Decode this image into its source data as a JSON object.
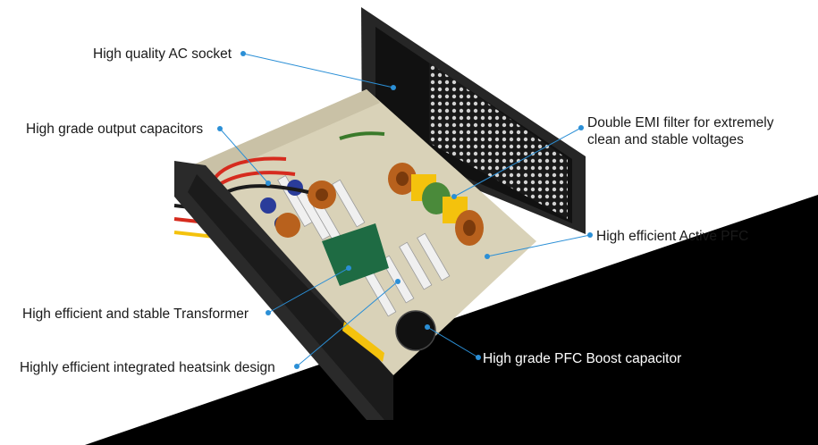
{
  "callouts": {
    "ac_socket": "High quality AC socket",
    "output_capacitors": "High grade output capacitors",
    "emi_filter": "Double EMI filter for extremely clean and stable voltages",
    "active_pfc": "High efficient Active PFC",
    "transformer": "High efficient and stable Transformer",
    "heatsink": "Highly efficient integrated heatsink design",
    "pfc_capacitor": "High grade PFC Boost capacitor"
  },
  "colors": {
    "accent": "#2b8fd6",
    "background": "#ffffff",
    "dark_wedge": "#000000",
    "chassis": "#222222"
  }
}
